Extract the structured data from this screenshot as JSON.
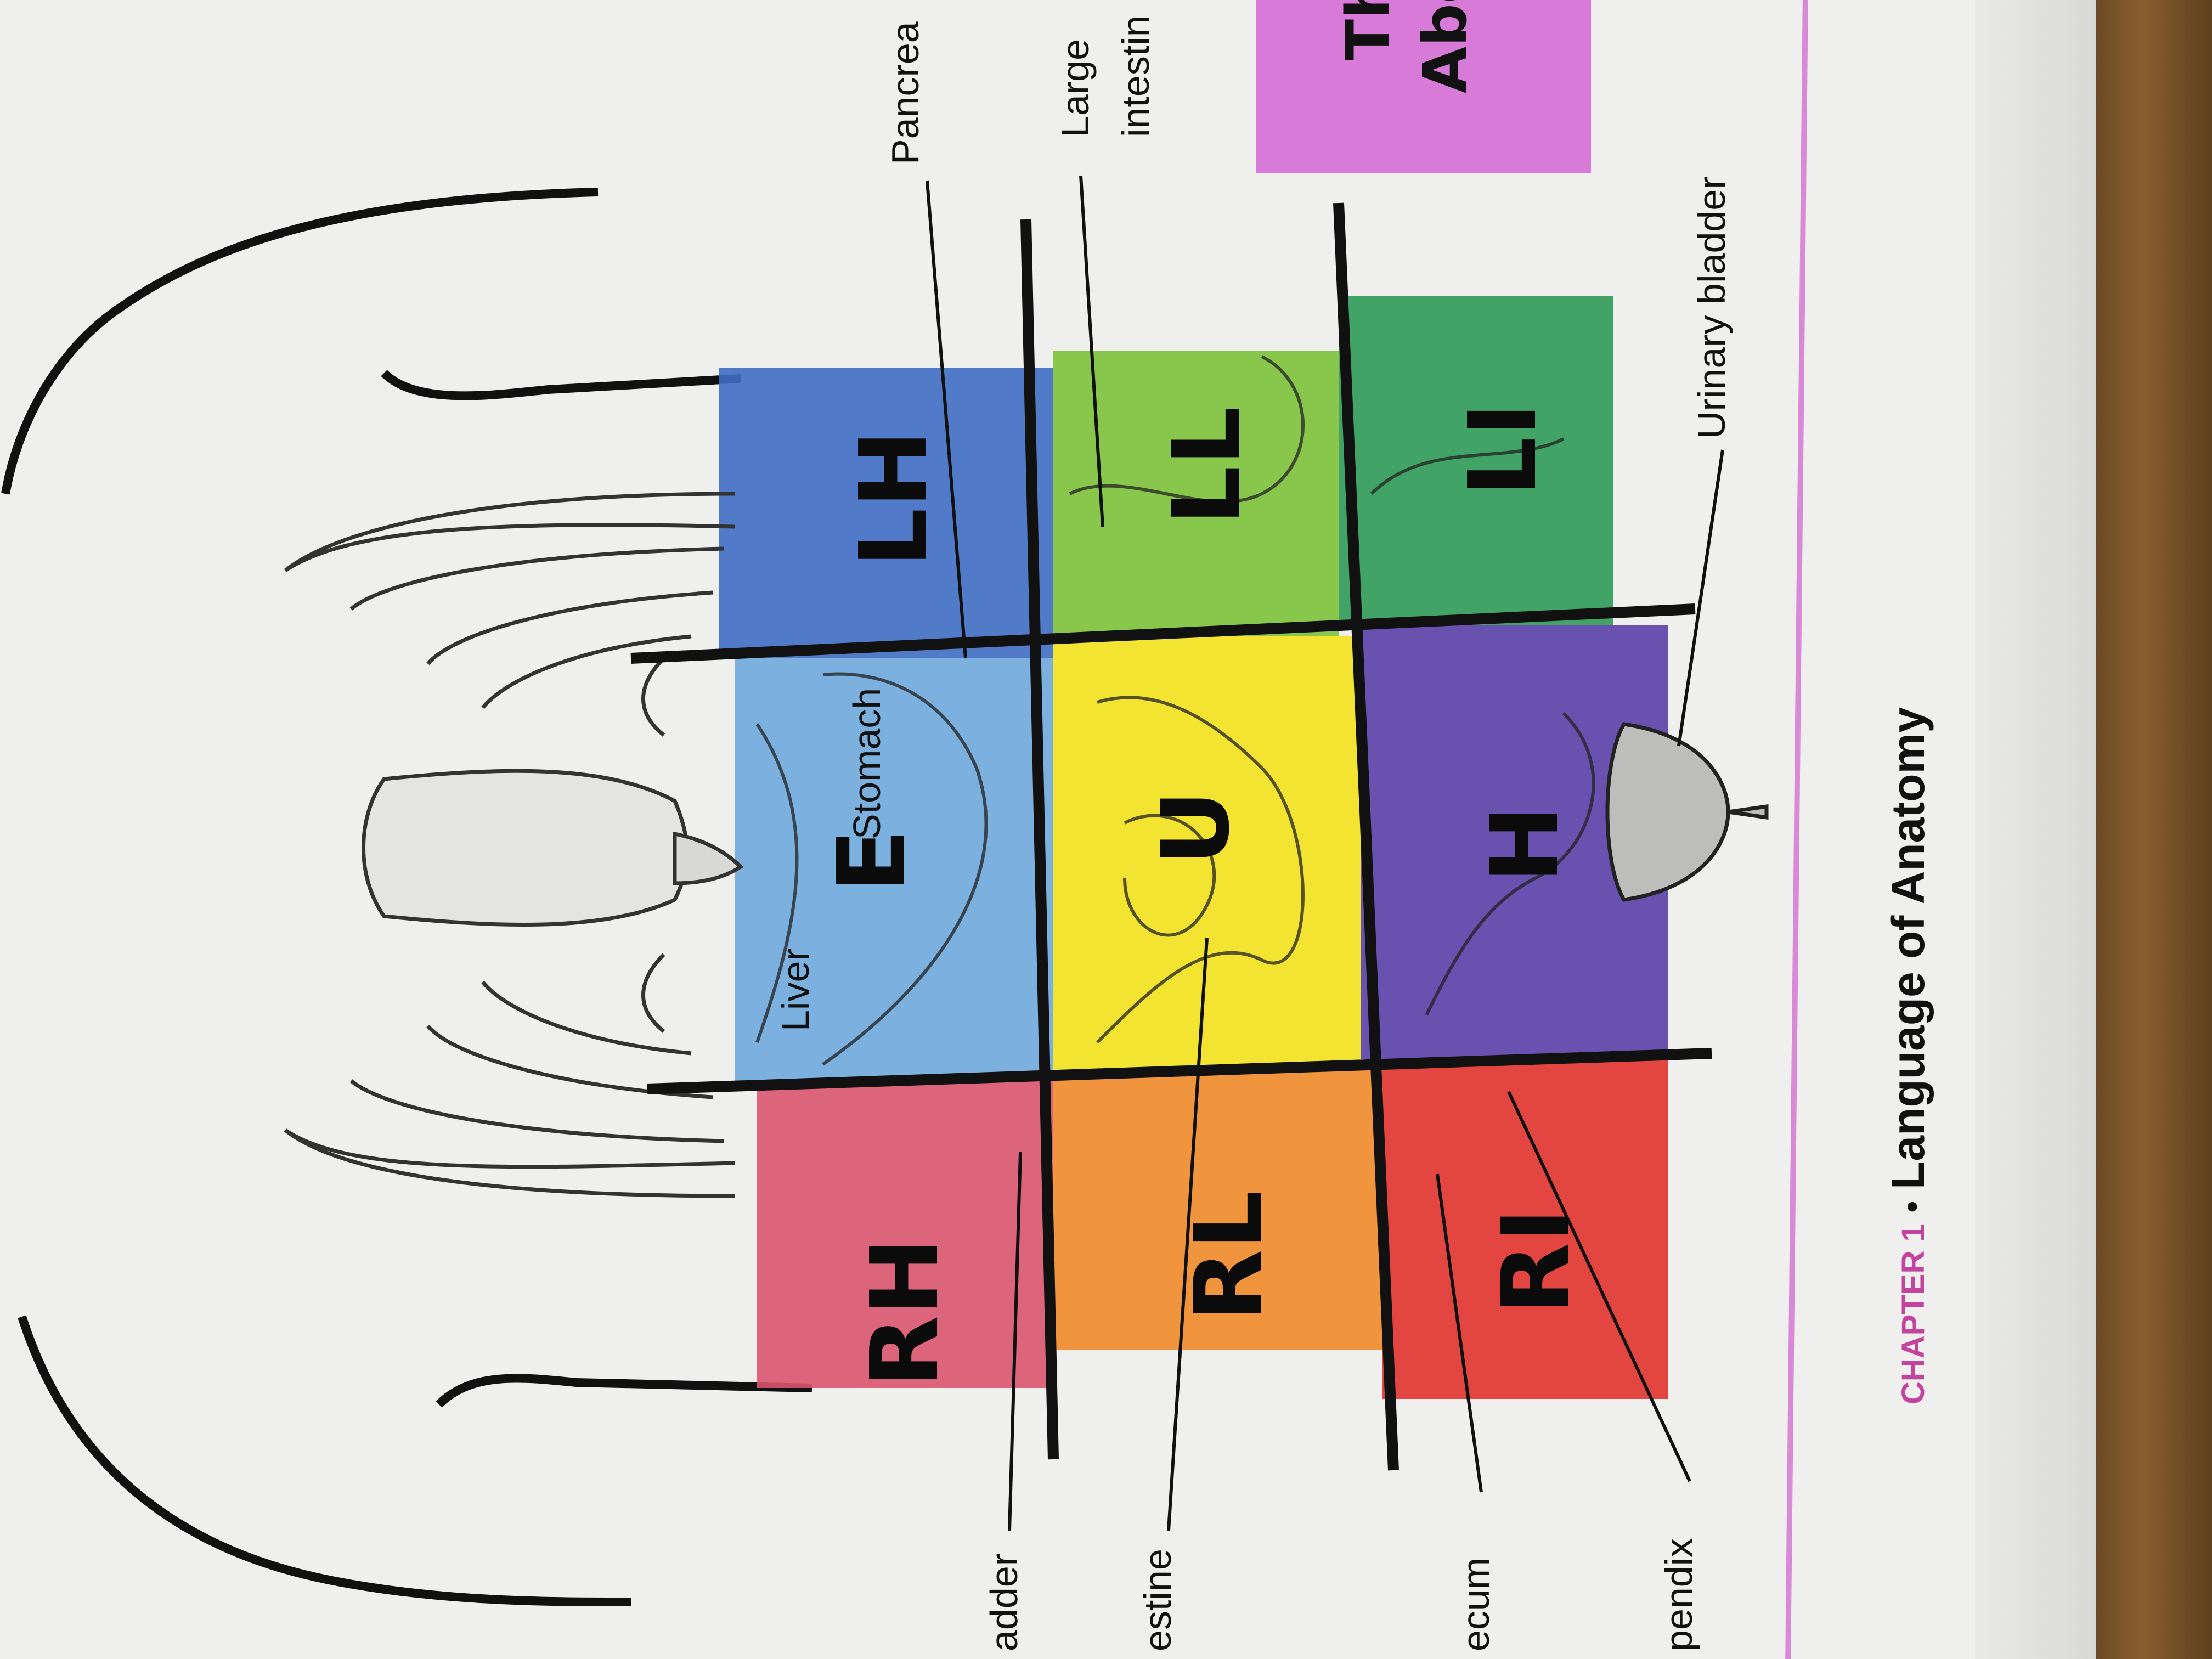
{
  "chapter": {
    "label": "CHAPTER 1",
    "bullet": "•",
    "title": "Language of Anatomy"
  },
  "title_box": {
    "line1": "Th",
    "line2": "Abd"
  },
  "regions": [
    {
      "code": "RH",
      "color": "#d9546e"
    },
    {
      "code": "E",
      "color": "#6fa9db"
    },
    {
      "code": "LH",
      "color": "#3f6ec4"
    },
    {
      "code": "RL",
      "color": "#f08a2a"
    },
    {
      "code": "U",
      "color": "#f2e21c"
    },
    {
      "code": "LL",
      "color": "#7cc23a"
    },
    {
      "code": "RI",
      "color": "#e1332e"
    },
    {
      "code": "H",
      "color": "#5a3fa8"
    },
    {
      "code": "LI",
      "color": "#2e9a57"
    }
  ],
  "organ_labels": {
    "liver": "Liver",
    "stomach": "Stomach",
    "pancreas": "Pancrea",
    "large_intestine_1": "Large",
    "large_intestine_2": "intestin",
    "urinary_bladder": "Urinary bladder",
    "gallbladder": "adder",
    "small_intestine": "estine",
    "cecum": "ecum",
    "appendix": "pendix"
  },
  "colors": {
    "page": "#efefee",
    "grid_line": "#111111",
    "chapter_pink": "#c2449e",
    "box_purple": "#d77ad8"
  }
}
